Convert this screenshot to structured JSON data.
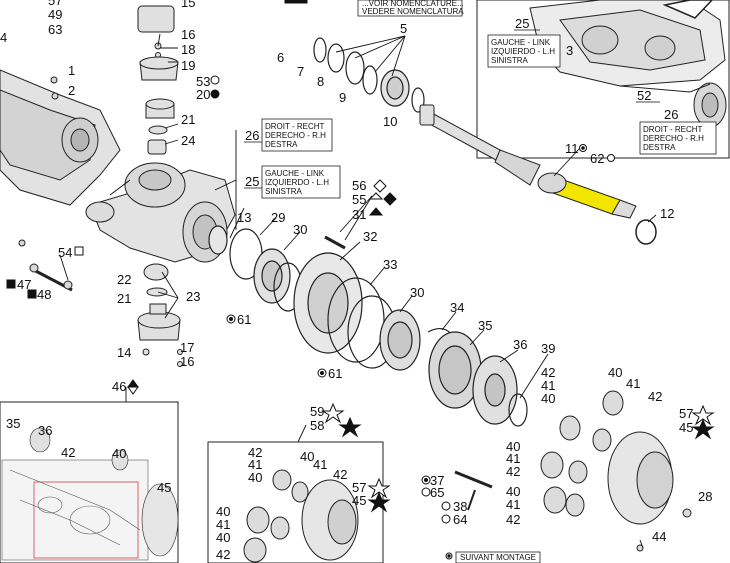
{
  "callouts": {
    "c57": "57",
    "c49": "49",
    "c63": "63",
    "c4": "4",
    "c1": "1",
    "c2": "2",
    "c15": "15",
    "c16": "16",
    "c18": "18",
    "c19": "19",
    "c53": "53",
    "c20": "20",
    "c21a": "21",
    "c24": "24",
    "c26a": "26",
    "c25a": "25",
    "c13": "13",
    "c29": "29",
    "c30a": "30",
    "c61a": "61",
    "c22": "22",
    "c21b": "21",
    "c23": "23",
    "c17": "17",
    "c14": "14",
    "c16b": "16",
    "c54": "54",
    "c47": "47",
    "c48": "48",
    "c6": "6",
    "c7": "7",
    "c8": "8",
    "c9": "9",
    "c10": "10",
    "c5": "5",
    "c11": "11",
    "c62": "62",
    "c12": "12",
    "c56": "56",
    "c55": "55",
    "c31": "31",
    "c32": "32",
    "c33": "33",
    "c30b": "30",
    "c34": "34",
    "c35": "35",
    "c36a": "36",
    "c39": "39",
    "c61b": "61",
    "c46": "46",
    "c35b": "35",
    "c36b": "36",
    "c42a": "42",
    "c40a": "40",
    "c45a": "45",
    "c59": "59",
    "c58": "58",
    "c42b": "42",
    "c41b": "41",
    "c40b": "40",
    "c40c": "40",
    "c41c": "41",
    "c42c": "42",
    "c57b": "57",
    "c45b": "45",
    "c40d": "40",
    "c41d": "41",
    "c40e": "40",
    "c42d": "42",
    "c41e": "41",
    "c40f": "40",
    "c41f": "41",
    "c42e": "42",
    "c40g": "40",
    "c42f": "42",
    "c57c": "57",
    "c45c": "45",
    "c40h": "40",
    "c41g": "41",
    "c42g": "42",
    "c40i": "40",
    "c41h": "41",
    "c42h": "42",
    "c37": "37",
    "c65": "65",
    "c38": "38",
    "c64": "64",
    "c28": "28",
    "c44": "44",
    "c25b": "25",
    "c3": "3",
    "c52": "52",
    "c26b": "26"
  },
  "labels": {
    "topNote1": "...VOIR NOMENCLATURE...",
    "topNote2": "VEDERE NOMENCLATURA",
    "droit1": [
      "DROIT - RECHT",
      "DERECHO - R.H",
      "DESTRA"
    ],
    "gauche1": [
      "GAUCHE - LINK",
      "IZQUIERDO - L.H",
      "SINISTRA"
    ],
    "gauche2": [
      "GAUCHE - LINK",
      "IZQUIERDO - L.H",
      "SINISTRA"
    ],
    "droit2": [
      "DROIT - RECHT",
      "DERECHO - R.H",
      "DESTRA"
    ],
    "suivant": "SUIVANT MONTAGE"
  },
  "colors": {
    "line": "#1a1a1a",
    "highlight": "#f2e600",
    "part": "#d8d8d8"
  }
}
